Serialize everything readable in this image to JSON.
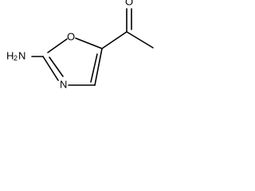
{
  "structure": {
    "atoms": {
      "oxygen_ring": "O",
      "nitrogen_ring": "N",
      "oxygen_carbonyl": "O",
      "amino_main": "H",
      "amino_sub": "2",
      "amino_n": "N"
    }
  }
}
